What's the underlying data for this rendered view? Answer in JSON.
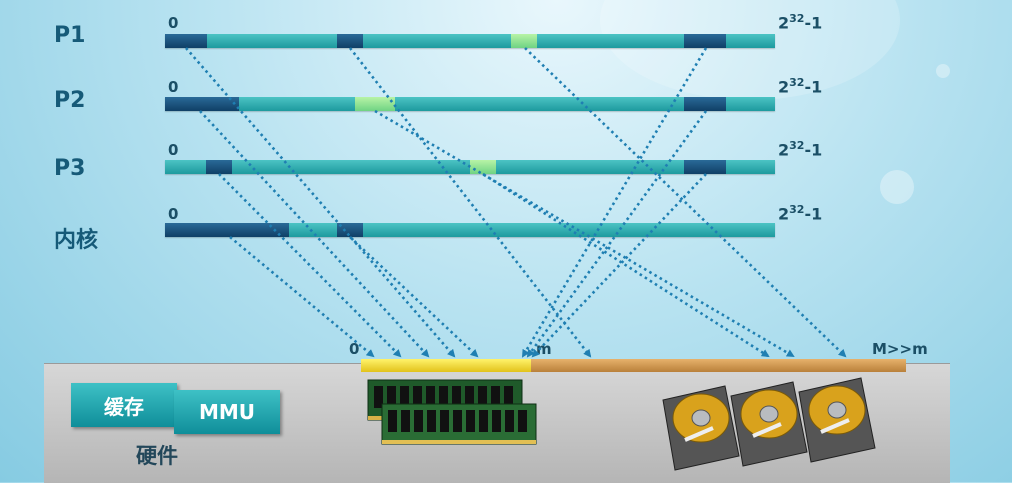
{
  "processes": [
    {
      "label": "P1",
      "start": "0",
      "end_base": "2",
      "end_exp": "32",
      "end_suffix": "-1"
    },
    {
      "label": "P2",
      "start": "0",
      "end_base": "2",
      "end_exp": "32",
      "end_suffix": "-1"
    },
    {
      "label": "P3",
      "start": "0",
      "end_base": "2",
      "end_exp": "32",
      "end_suffix": "-1"
    },
    {
      "label": "内核",
      "start": "0",
      "end_base": "2",
      "end_exp": "32",
      "end_suffix": "-1"
    }
  ],
  "memory": {
    "start": "0",
    "mid": "m",
    "end": "M>>m"
  },
  "hardware": {
    "cache": "缓存",
    "mmu": "MMU",
    "label": "硬件"
  },
  "colors": {
    "bar": "#27a9ad",
    "page_dark": "#154a74",
    "page_light": "#8ee28f",
    "arrow": "#1f7fb2",
    "ram_segment": "#f3dc3a",
    "disk_segment": "#d39a54"
  },
  "icons": [
    "ram-module-icon",
    "hard-disk-icon"
  ]
}
